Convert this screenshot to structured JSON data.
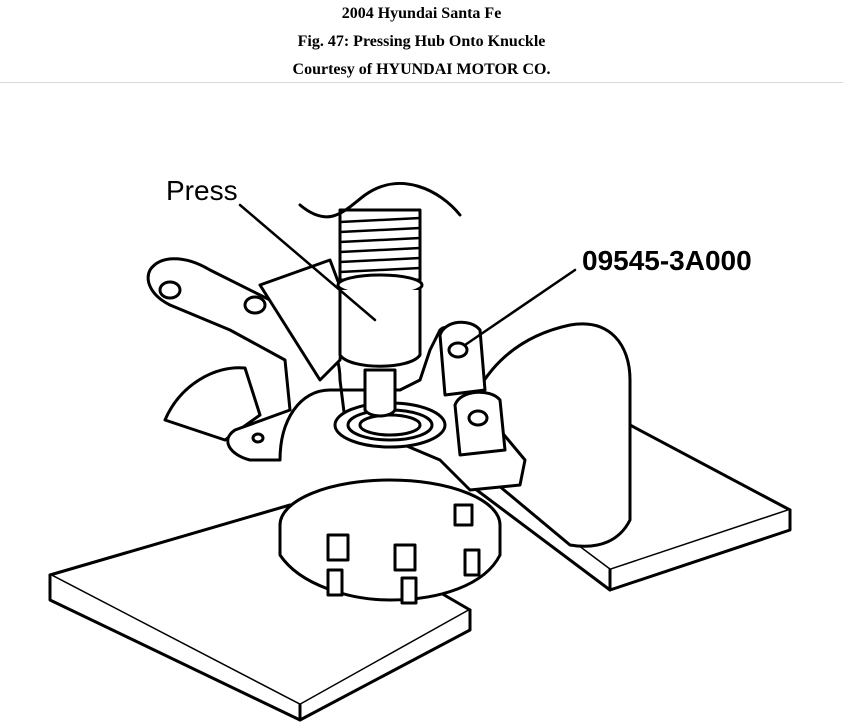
{
  "header": {
    "title": "2004 Hyundai Santa Fe",
    "figure_caption": "Fig. 47: Pressing Hub Onto Knuckle",
    "credit": "Courtesy of HYUNDAI MOTOR CO."
  },
  "diagram": {
    "labels": {
      "press": "Press",
      "tool_number": "09545-3A000"
    }
  },
  "colors": {
    "ink": "#000000",
    "paper": "#ffffff"
  }
}
